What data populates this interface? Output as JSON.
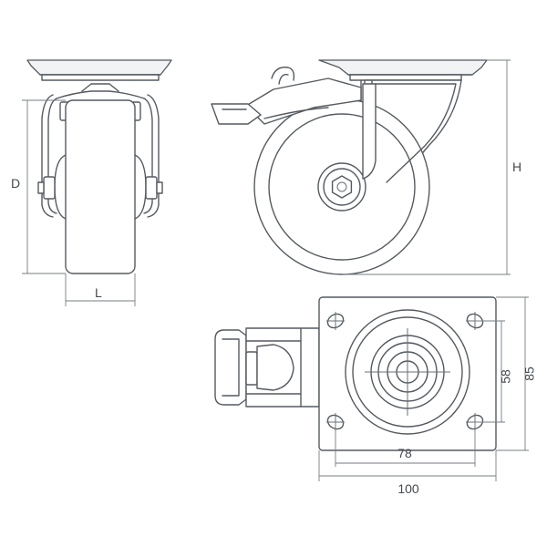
{
  "drawing": {
    "side_view": {
      "dimension_labels": {
        "diameter": "D",
        "width": "L"
      }
    },
    "front_view": {
      "dimension_labels": {
        "height": "H"
      }
    },
    "top_view": {
      "dimension_labels": {
        "hole_spacing_vertical": "58",
        "plate_height": "85",
        "hole_spacing_horizontal": "78",
        "plate_width": "100"
      }
    }
  }
}
